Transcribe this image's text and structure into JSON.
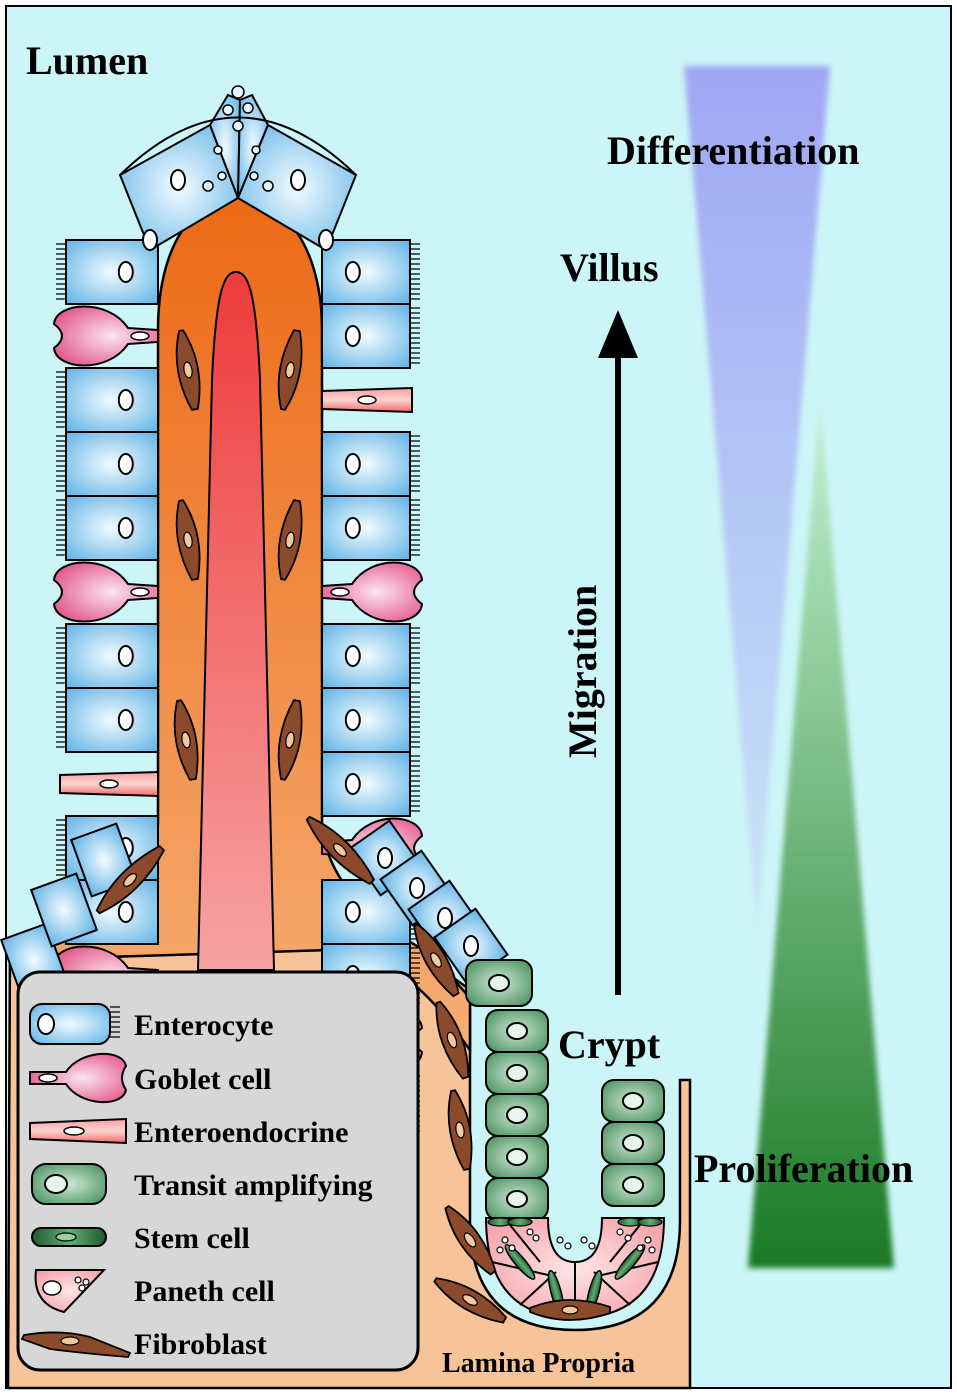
{
  "labels": {
    "lumen": "Lumen",
    "differentiation": "Differentiation",
    "villus": "Villus",
    "migration": "Migration",
    "crypt": "Crypt",
    "proliferation": "Proliferation",
    "lamina_propria": "Lamina Propria"
  },
  "legend": {
    "items": [
      {
        "label": "Enterocyte"
      },
      {
        "label": "Goblet cell"
      },
      {
        "label": "Enteroendocrine"
      },
      {
        "label": "Transit amplifying"
      },
      {
        "label": "Stem cell"
      },
      {
        "label": "Paneth cell"
      },
      {
        "label": "Fibroblast"
      }
    ]
  },
  "colors": {
    "lumen_bg": "#ccf5f7",
    "enterocyte": "#5fb2e6",
    "goblet": "#e0457e",
    "enteroendocrine": "#f46a6a",
    "transit": "#3f8a55",
    "stem": "#1f6a32",
    "paneth": "#f49aa3",
    "fibroblast": "#8b4a2b",
    "lamina_propria": "#f7c49a",
    "villus_core": "#f08a3c",
    "differentiation_gradient": "#9fb0f6",
    "proliferation_gradient": "#1f7a2a"
  }
}
